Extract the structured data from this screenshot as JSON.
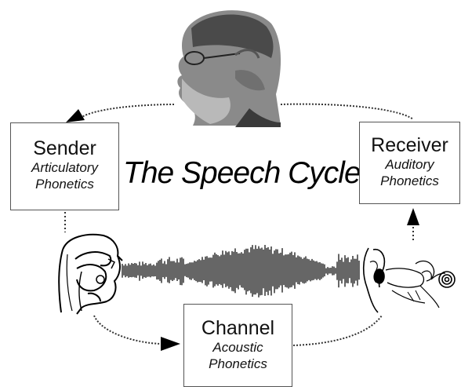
{
  "title": "The Speech Cycle",
  "sender": {
    "label": "Sender",
    "subtitle_line1": "Articulatory",
    "subtitle_line2": "Phonetics"
  },
  "receiver": {
    "label": "Receiver",
    "subtitle_line1": "Auditory",
    "subtitle_line2": "Phonetics"
  },
  "channel": {
    "label": "Channel",
    "subtitle_line1": "Acoustic",
    "subtitle_line2": "Phonetics"
  },
  "illustrations": [
    "speaker-portrait",
    "vocal-tract-sketch",
    "speech-waveform",
    "ear-anatomy-sketch"
  ],
  "colors": {
    "ink": "#111111",
    "box_border": "#555555",
    "background": "#ffffff"
  }
}
